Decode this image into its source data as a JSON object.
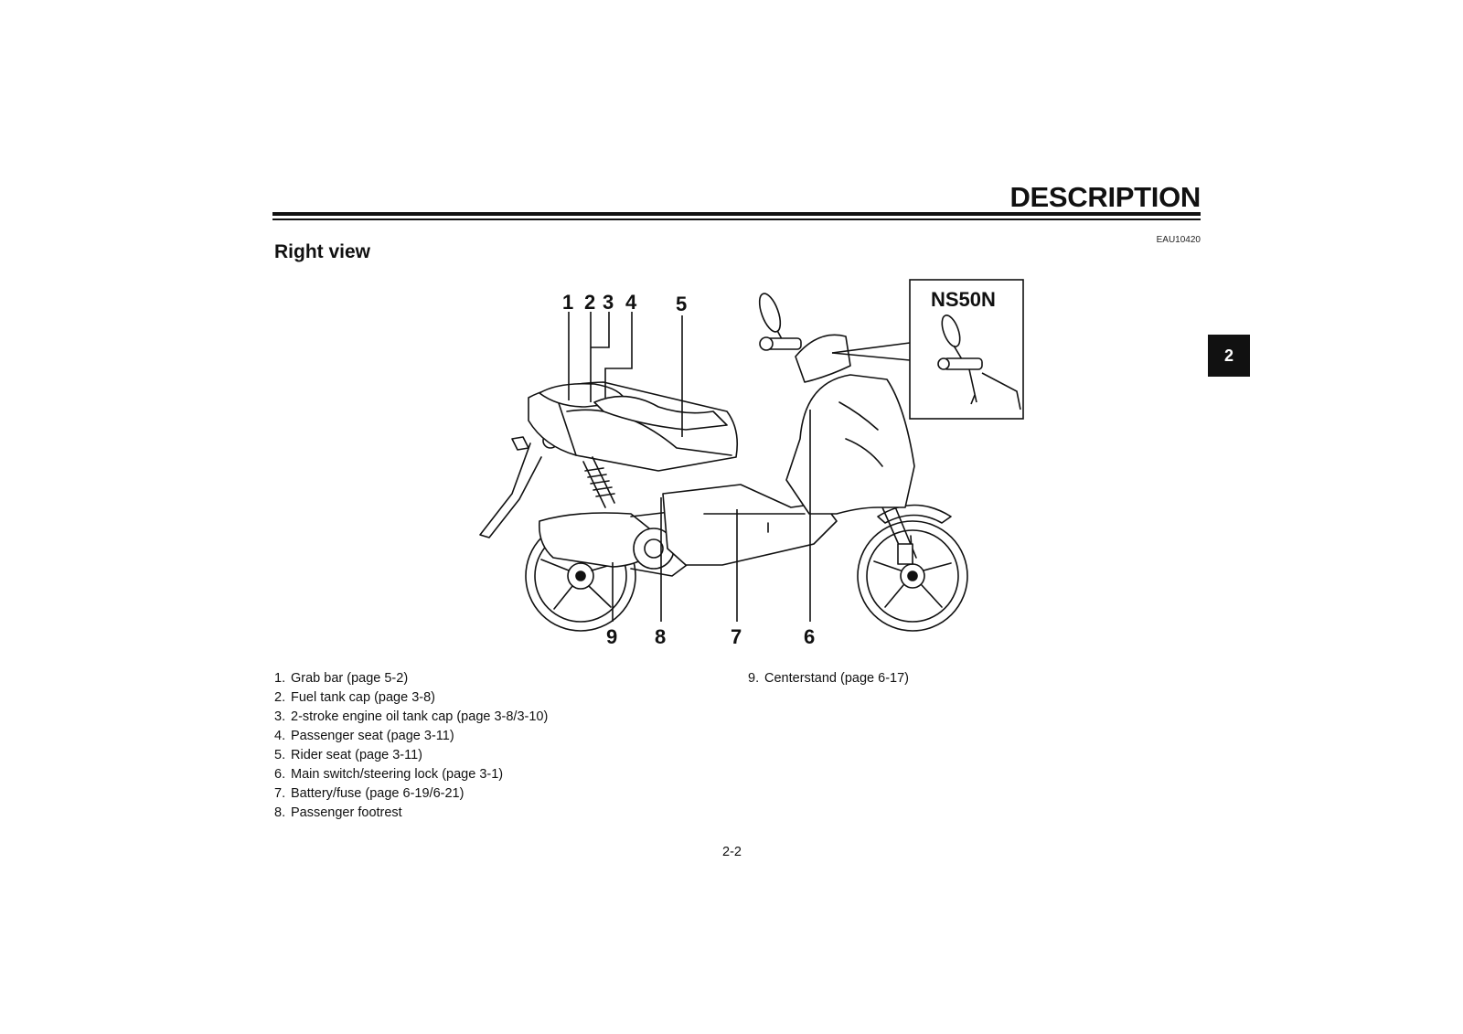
{
  "header": {
    "section_title": "DESCRIPTION",
    "doc_code": "EAU10420",
    "chapter_tab": "2"
  },
  "subtitle": "Right view",
  "diagram": {
    "inset_label": "NS50N",
    "callouts": [
      "1",
      "2",
      "3",
      "4",
      "5",
      "6",
      "7",
      "8",
      "9"
    ]
  },
  "legend": {
    "column1": [
      {
        "num": "1.",
        "text": "Grab bar (page 5-2)"
      },
      {
        "num": "2.",
        "text": "Fuel tank cap (page 3-8)"
      },
      {
        "num": "3.",
        "text": "2-stroke engine oil tank cap (page 3-8/3-10)"
      },
      {
        "num": "4.",
        "text": "Passenger seat (page 3-11)"
      },
      {
        "num": "5.",
        "text": "Rider seat (page 3-11)"
      },
      {
        "num": "6.",
        "text": "Main switch/steering lock (page 3-1)"
      },
      {
        "num": "7.",
        "text": "Battery/fuse (page 6-19/6-21)"
      },
      {
        "num": "8.",
        "text": "Passenger footrest"
      }
    ],
    "column2": [
      {
        "num": "9.",
        "text": "Centerstand (page 6-17)"
      }
    ]
  },
  "footer": {
    "page_number": "2-2"
  }
}
